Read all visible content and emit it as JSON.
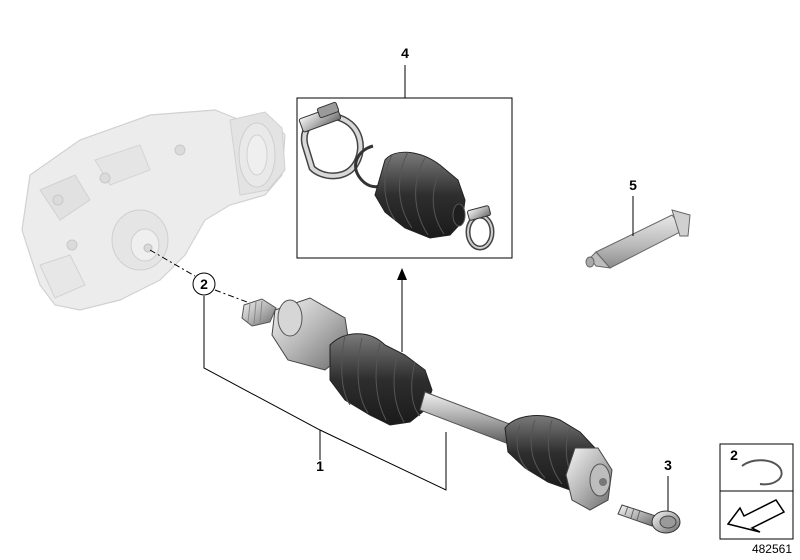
{
  "diagram": {
    "labels": {
      "part_1": "1",
      "part_2": "2",
      "part_3": "3",
      "part_4": "4",
      "part_5": "5"
    },
    "legend": {
      "item_2": "2"
    },
    "catalog_number": "482561"
  },
  "colors": {
    "line": "#000000",
    "part_dark": "#3a3a3a",
    "part_mid": "#8a8a8a",
    "part_light": "#d4d4d4",
    "ghost_part": "#e6e6e6"
  }
}
